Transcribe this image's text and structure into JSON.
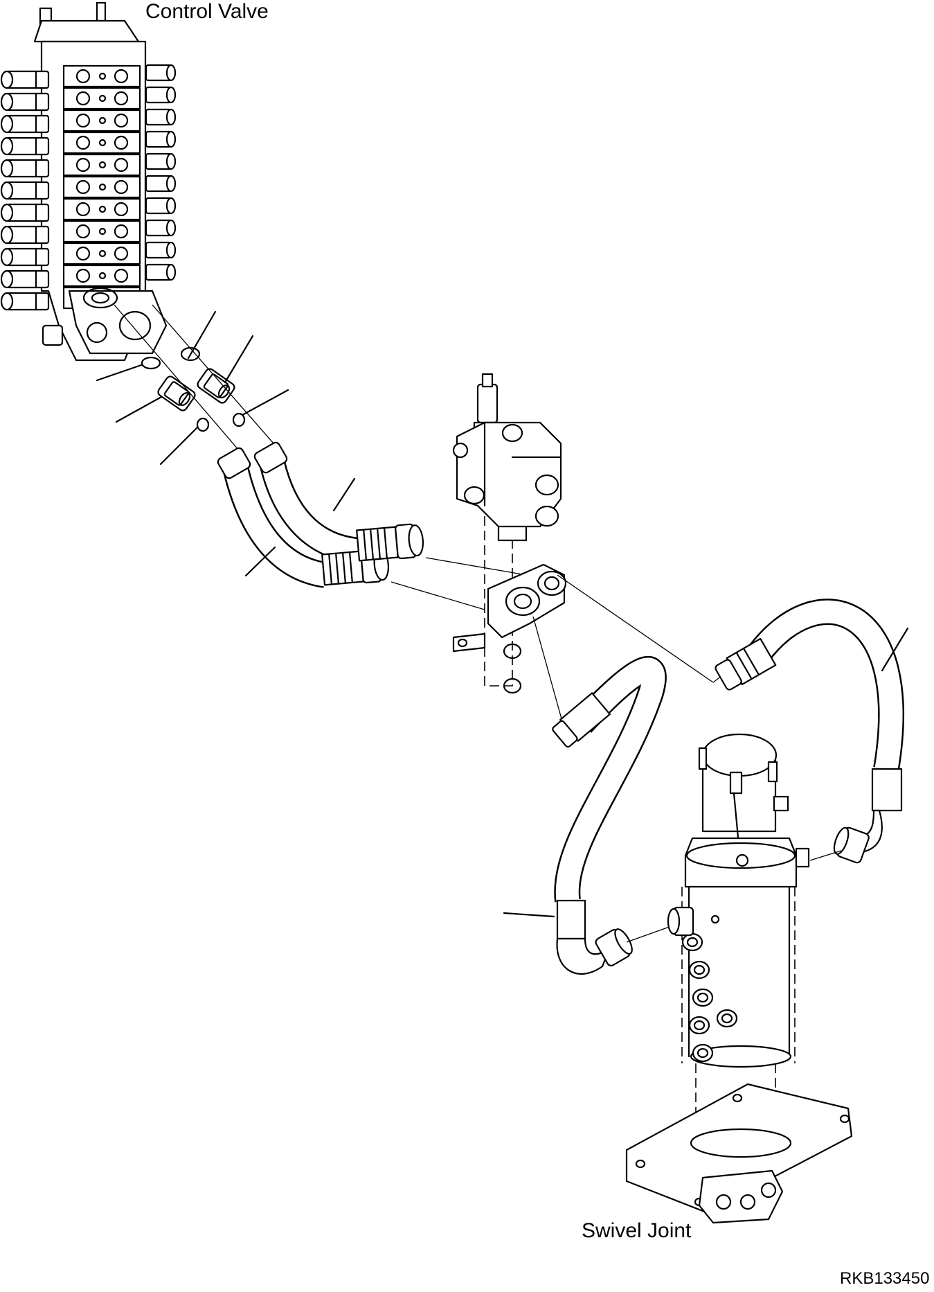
{
  "labels": {
    "control_valve": "Control Valve",
    "swivel_joint": "Swivel Joint",
    "drawing_code": "RKB133450"
  },
  "colors": {
    "line": "#000000",
    "background": "#ffffff"
  }
}
